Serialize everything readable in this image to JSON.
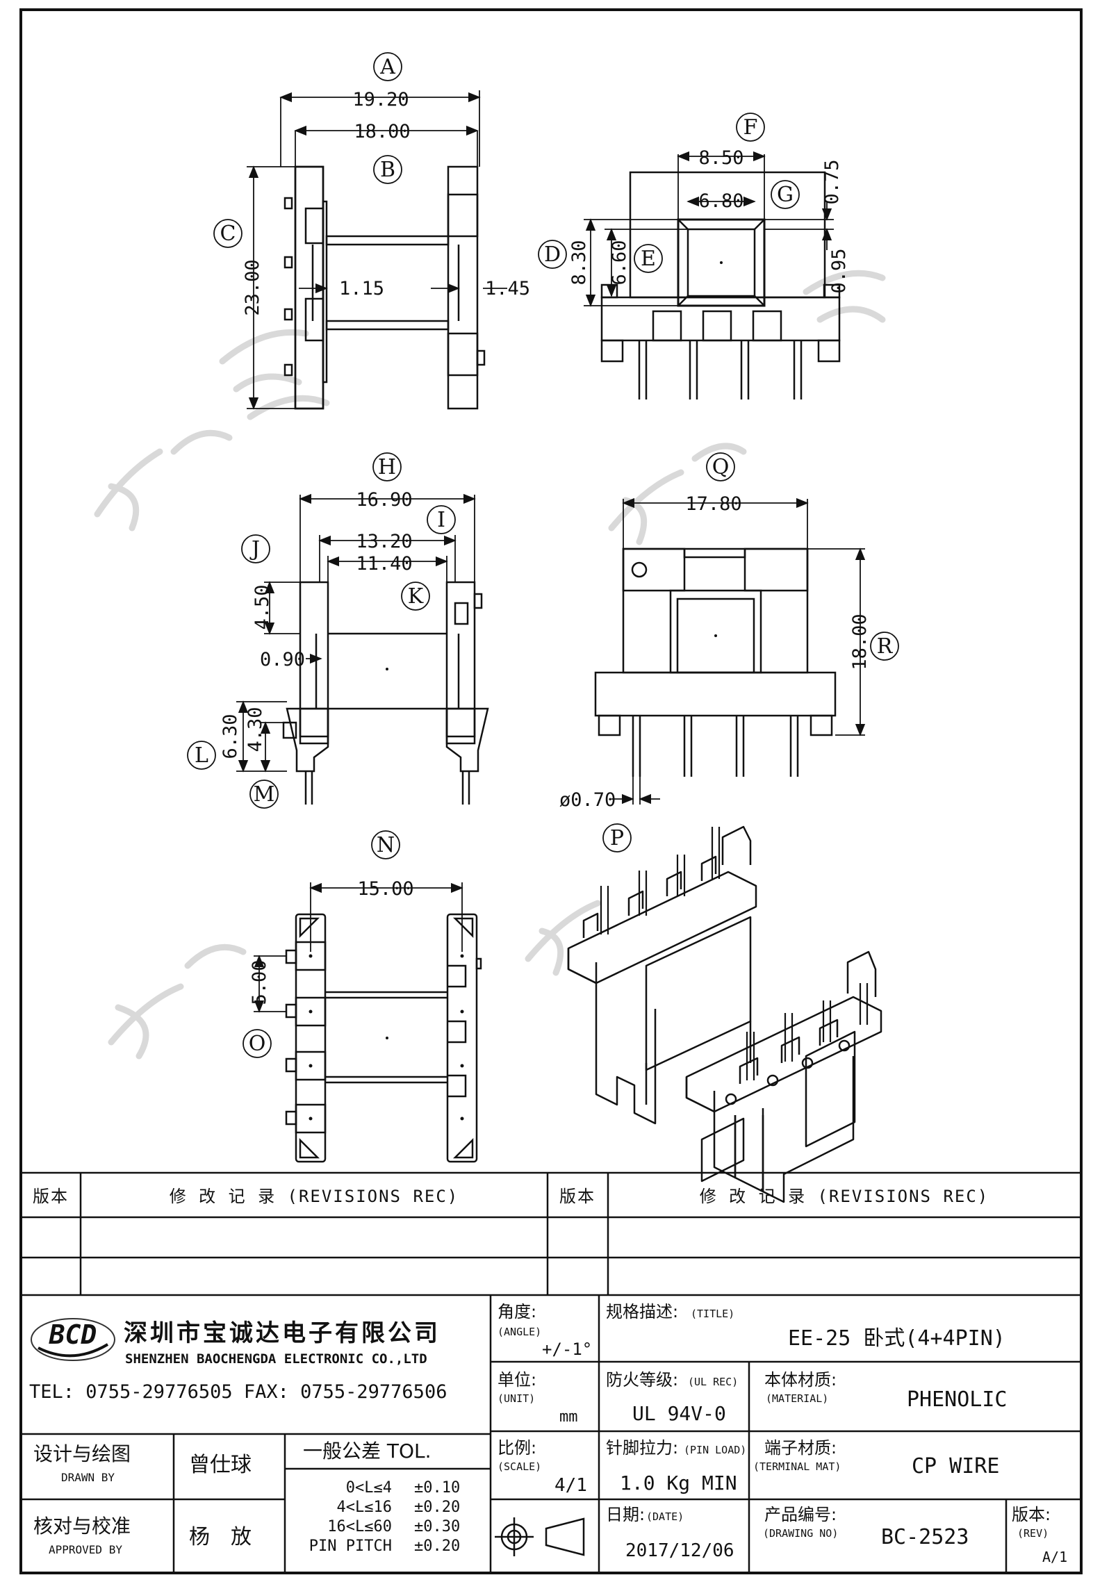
{
  "views": {
    "A": {
      "label": "A",
      "dims": [
        "19.20",
        "18.00"
      ]
    },
    "B": {
      "label": "B"
    },
    "C": {
      "label": "C",
      "dims": [
        "23.00"
      ]
    },
    "side_dims": [
      "1.15",
      "1.45"
    ],
    "F": {
      "label": "F",
      "dims": [
        "8.50"
      ]
    },
    "G": {
      "label": "G",
      "dims": [
        "6.80",
        "0.75"
      ]
    },
    "D": {
      "label": "D",
      "dims": [
        "8.30"
      ]
    },
    "E": {
      "label": "E",
      "dims": [
        "6.60"
      ]
    },
    "front_dims": [
      "0.95"
    ],
    "H": {
      "label": "H",
      "dims": [
        "16.90"
      ]
    },
    "I": {
      "label": "I",
      "dims": [
        "13.20"
      ]
    },
    "K": {
      "label": "K",
      "dims": [
        "11.40"
      ]
    },
    "J": {
      "label": "J",
      "dims": [
        "4.50"
      ]
    },
    "bottom_dims": [
      "0.90",
      "6.30",
      "4.30"
    ],
    "L": {
      "label": "L"
    },
    "M": {
      "label": "M"
    },
    "Q": {
      "label": "Q",
      "dims": [
        "17.80"
      ]
    },
    "R": {
      "label": "R",
      "dims": [
        "18.00"
      ]
    },
    "pin_dia": "ø0.70",
    "N": {
      "label": "N",
      "dims": [
        "15.00"
      ]
    },
    "O": {
      "label": "O",
      "dims": [
        "5.00"
      ]
    },
    "P": {
      "label": "P"
    }
  },
  "revisions": {
    "col_version": "版本",
    "col_record": "修 改 记 录  (REVISIONS REC)"
  },
  "company": {
    "logo": "BCD",
    "name_cn": "深圳市宝诚达电子有限公司",
    "name_en": "SHENZHEN BAOCHENGDA ELECTRONIC CO.,LTD",
    "tel_fax": "TEL: 0755-29776505  FAX: 0755-29776506"
  },
  "title_block": {
    "angle_label": "角度:",
    "angle_en": "(ANGLE)",
    "angle_value": "+/-1°",
    "title_label": "规格描述:",
    "title_en": "(TITLE)",
    "title_value": "EE-25 卧式(4+4PIN)",
    "unit_label": "单位:",
    "unit_en": "(UNIT)",
    "unit_value": "mm",
    "ul_label": "防火等级:",
    "ul_en": "(UL REC)",
    "ul_value": "UL 94V-0",
    "material_label": "本体材质:",
    "material_en": "(MATERIAL)",
    "material_value": "PHENOLIC",
    "scale_label": "比例:",
    "scale_en": "(SCALE)",
    "scale_value": "4/1",
    "pinload_label": "针脚拉力:",
    "pinload_en": "(PIN LOAD)",
    "pinload_value": "1.0 Kg MIN",
    "terminal_label": "端子材质:",
    "terminal_en": "(TERMINAL MAT)",
    "terminal_value": "CP WIRE",
    "drawn_label": "设计与绘图",
    "drawn_en": "DRAWN BY",
    "drawn_name": "曾仕球",
    "approved_label": "核对与校准",
    "approved_en": "APPROVED BY",
    "approved_name": "杨　放",
    "tol_title": "一般公差 TOL.",
    "tol_rows": [
      {
        "range": "0<L≤4",
        "value": "±0.10"
      },
      {
        "range": "4<L≤16",
        "value": "±0.20"
      },
      {
        "range": "16<L≤60",
        "value": "±0.30"
      },
      {
        "range": "PIN PITCH",
        "value": "±0.20"
      }
    ],
    "date_label": "日期:",
    "date_en": "(DATE)",
    "date_value": "2017/12/06",
    "drawing_no_label": "产品编号:",
    "drawing_no_en": "(DRAWING NO)",
    "drawing_no_value": "BC-2523",
    "rev_label": "版本:",
    "rev_en": "(REV)",
    "rev_value": "A/1"
  }
}
